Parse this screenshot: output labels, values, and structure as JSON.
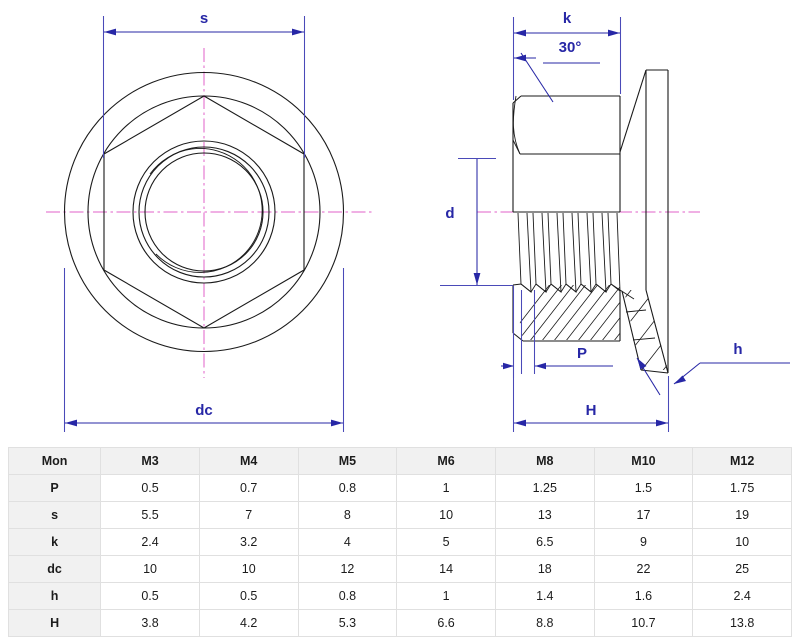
{
  "drawing": {
    "title": "hex-flange-nut-technical-drawing",
    "views": [
      {
        "name": "top-view",
        "label": ""
      },
      {
        "name": "section-view",
        "label": ""
      }
    ],
    "dimension_labels": {
      "s": "s",
      "dc": "dc",
      "k": "k",
      "angle": "30°",
      "d": "d",
      "P": "P",
      "H": "H",
      "h": "h"
    },
    "colors": {
      "dimension": "#2727a6",
      "centerline": "#e060c8",
      "object": "#1a1a1a",
      "table_header_bg": "#f1f1f1",
      "table_border": "#e0e0e0"
    }
  },
  "table": {
    "name": "dimension-spec-table",
    "headers": [
      "Mon",
      "M3",
      "M4",
      "M5",
      "M6",
      "M8",
      "M10",
      "M12"
    ],
    "rows": [
      {
        "label": "P",
        "values": [
          "0.5",
          "0.7",
          "0.8",
          "1",
          "1.25",
          "1.5",
          "1.75"
        ]
      },
      {
        "label": "s",
        "values": [
          "5.5",
          "7",
          "8",
          "10",
          "13",
          "17",
          "19"
        ]
      },
      {
        "label": "k",
        "values": [
          "2.4",
          "3.2",
          "4",
          "5",
          "6.5",
          "9",
          "10"
        ]
      },
      {
        "label": "dc",
        "values": [
          "10",
          "10",
          "12",
          "14",
          "18",
          "22",
          "25"
        ]
      },
      {
        "label": "h",
        "values": [
          "0.5",
          "0.5",
          "0.8",
          "1",
          "1.4",
          "1.6",
          "2.4"
        ]
      },
      {
        "label": "H",
        "values": [
          "3.8",
          "4.2",
          "5.3",
          "6.6",
          "8.8",
          "10.7",
          "13.8"
        ]
      }
    ]
  }
}
